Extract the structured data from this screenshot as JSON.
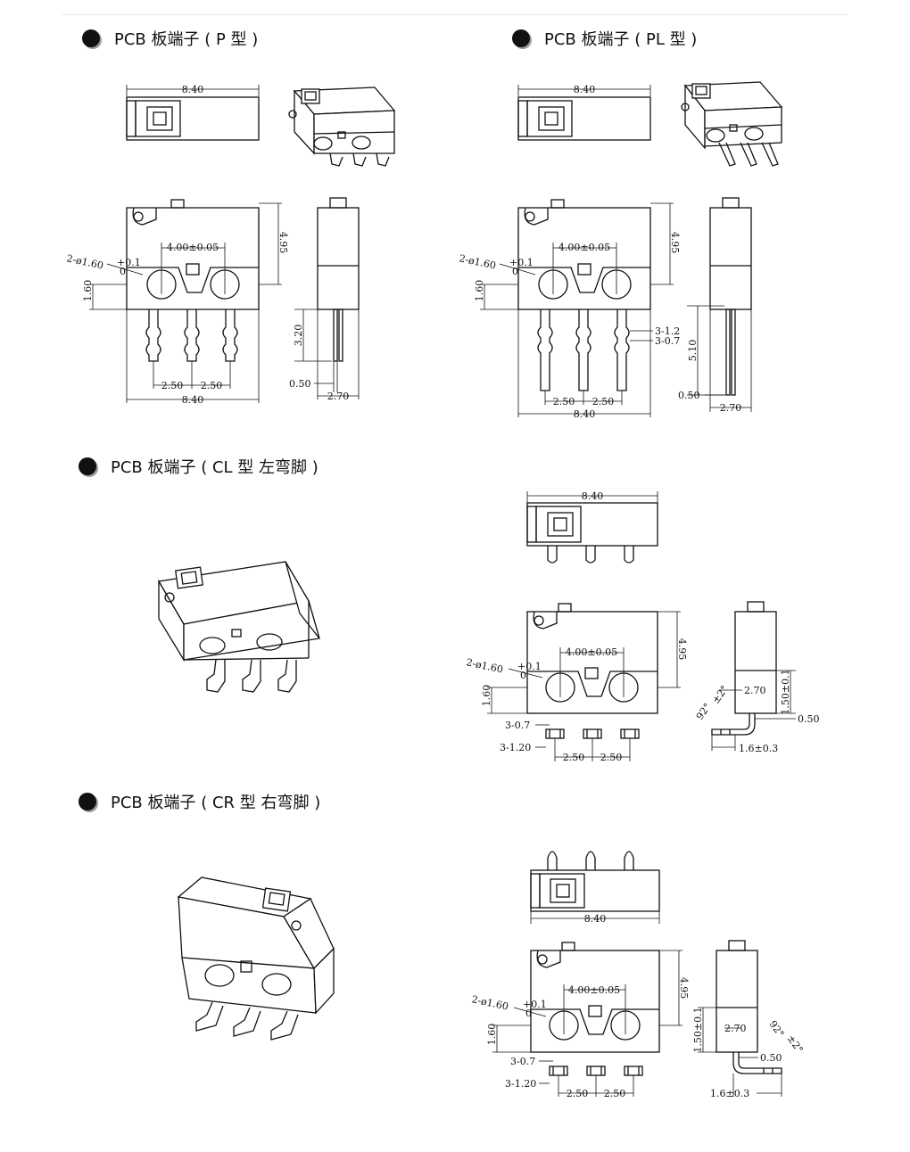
{
  "sections": [
    {
      "title": "PCB 板端子 ( P 型 )"
    },
    {
      "title": "PCB 板端子 ( PL 型 )"
    },
    {
      "title": "PCB 板端子 ( CL 型 左弯脚 )"
    },
    {
      "title": "PCB 板端子 ( CR 型 右弯脚 )"
    }
  ],
  "dims": {
    "width": "8.40",
    "height": "4.95",
    "hole_pitch": "4.00±0.05",
    "hole_dia": "2-ø1.60",
    "tol_plus": "+0.1",
    "tol_minus": "0",
    "hole_height": "1.60",
    "pin_pitch": "2.50",
    "p_pin_length": "3.20",
    "pl_pin_length": "5.10",
    "pin_thk": "0.50",
    "depth": "2.70",
    "pl_w1": "3-1.2",
    "pl_w2": "3-0.7",
    "cl_w07": "3-0.7",
    "cl_w120": "3-1.20",
    "bend_h": "1.50±0.1",
    "bend_len": "1.6±0.3",
    "angle": "92°",
    "angle_tol": "±2°"
  },
  "colors": {
    "bullet": "#111111",
    "line": "#111111",
    "shadow": "#9a9a9a"
  }
}
